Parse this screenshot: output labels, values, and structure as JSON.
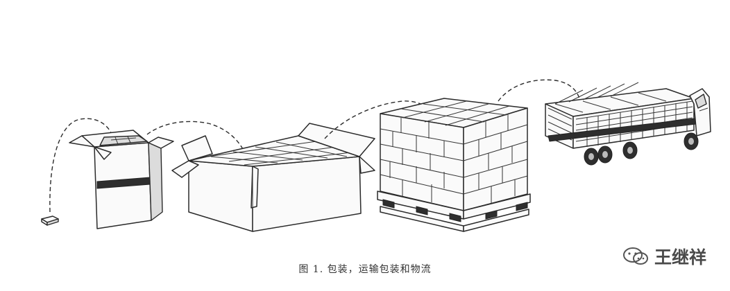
{
  "figure": {
    "caption": "图 1. 包装，运输包装和物流",
    "watermark_text": "王继祥",
    "watermark_icon": "wechat-bubble-icon",
    "stages": [
      {
        "name": "product-unit"
      },
      {
        "name": "inner-box"
      },
      {
        "name": "shipping-carton"
      },
      {
        "name": "palletized-load"
      },
      {
        "name": "loaded-truck"
      }
    ],
    "colors": {
      "ink": "#2a2a2a",
      "paper": "#ffffff",
      "caption": "#333333",
      "watermark": "#4a4a4a"
    }
  }
}
